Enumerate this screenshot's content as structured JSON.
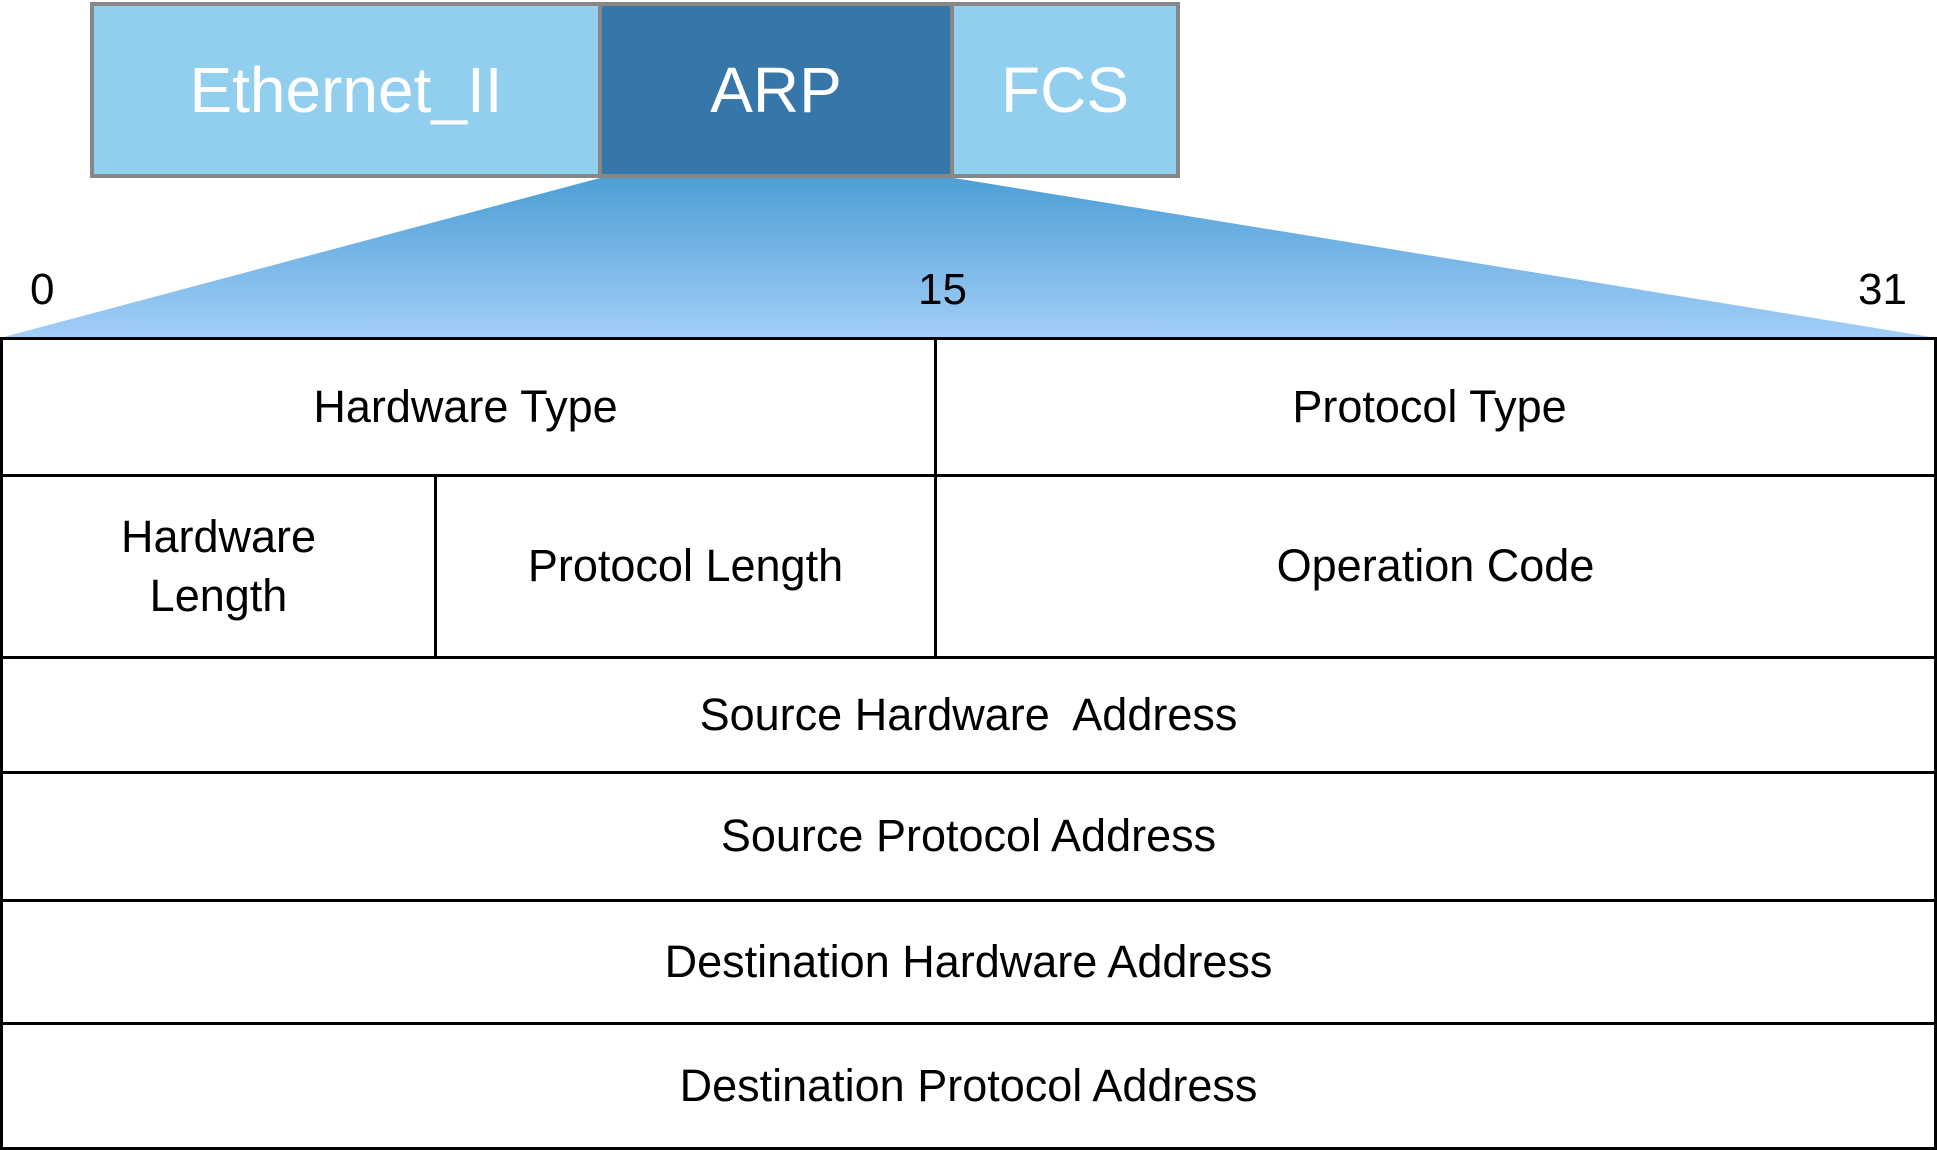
{
  "frame": {
    "segments": [
      {
        "id": "ethernet",
        "label": "Ethernet_II",
        "color": "#92cfee"
      },
      {
        "id": "arp",
        "label": "ARP",
        "color": "#3776a8"
      },
      {
        "id": "fcs",
        "label": "FCS",
        "color": "#92cfee"
      }
    ],
    "border_color": "#878787",
    "text_color": "#ffffff"
  },
  "projection": {
    "gradient_top": "#4d9fd6",
    "gradient_bottom": "#a3cef8"
  },
  "bit_labels": {
    "start": "0",
    "middle": "15",
    "end": "31"
  },
  "fields": {
    "hardware_type": "Hardware Type",
    "protocol_type": "Protocol Type",
    "hardware_length": "Hardware\nLength",
    "protocol_length": "Protocol Length",
    "operation_code": "Operation Code",
    "source_hardware_address": "Source Hardware  Address",
    "source_protocol_address": "Source Protocol Address",
    "destination_hardware_address": "Destination Hardware Address",
    "destination_protocol_address": "Destination Protocol Address"
  }
}
